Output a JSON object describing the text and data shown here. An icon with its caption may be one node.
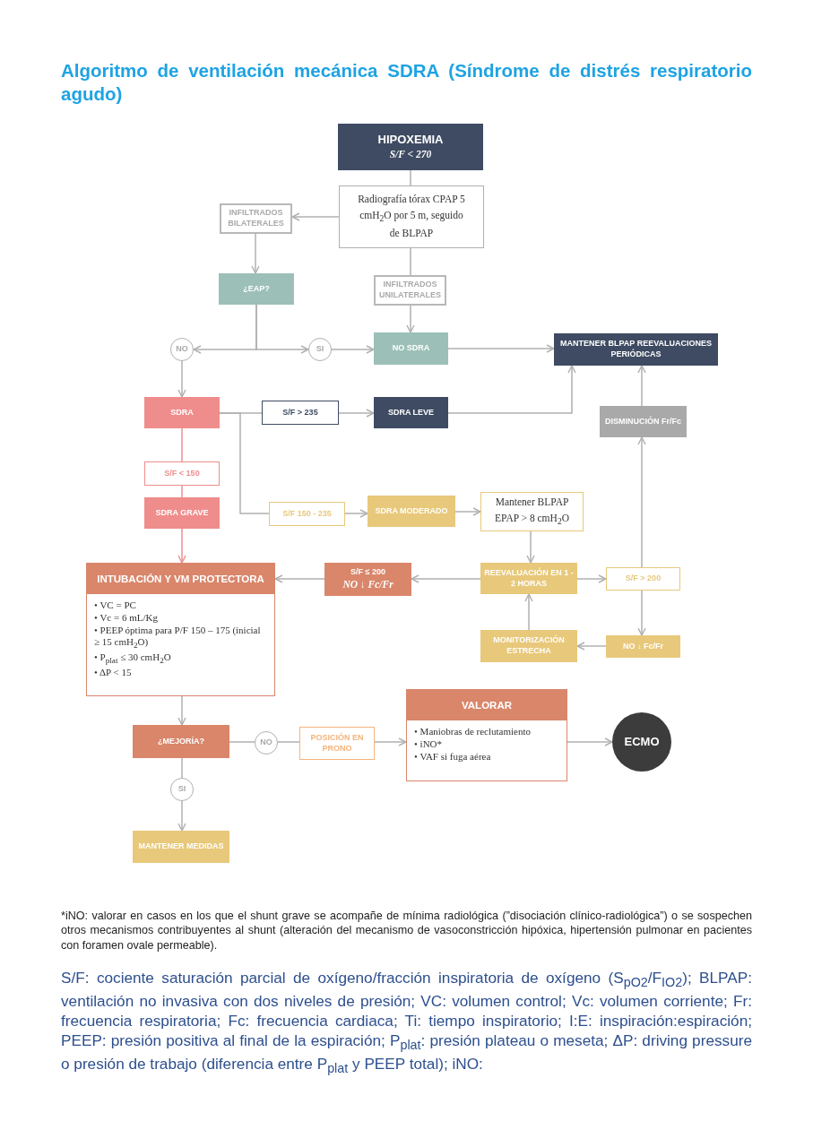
{
  "diagram": {
    "title": "Algoritmo de ventilación mecánica SDRA (Síndrome de distrés respiratorio agudo)",
    "nodes": [
      {
        "text": [
          "HIPOXEMIA",
          "S/F < 270"
        ]
      },
      {
        "text": [
          "Radiografía tórax CPAP 5 cmH$_{2}$O por 5 m, seguido de BLPAP"
        ]
      },
      {
        "text": [
          "INFILTRADOS BILATERALES"
        ]
      },
      {
        "text": [
          "¿EAP?"
        ]
      },
      {
        "text": [
          "INFILTRADOS UNILATERALES"
        ]
      },
      {
        "text": [
          "NO"
        ]
      },
      {
        "text": [
          "SI"
        ]
      },
      {
        "text": [
          "NO SDRA"
        ]
      },
      {
        "text": [
          "MANTENER BLPAP REEVALUACIONES PERIÓDICAS"
        ]
      },
      {
        "text": [
          "SDRA"
        ]
      },
      {
        "text": [
          "S/F > 235"
        ]
      },
      {
        "text": [
          "SDRA LEVE"
        ]
      },
      {
        "text": [
          "DISMINUCIÓN Fr/Fc"
        ]
      },
      {
        "text": [
          "S/F < 150"
        ]
      },
      {
        "text": [
          "SDRA GRAVE"
        ]
      },
      {
        "text": [
          "S/F 150 - 235"
        ]
      },
      {
        "text": [
          "SDRA MODERADO"
        ]
      },
      {
        "text": [
          "Mantener BLPAP EPAP > 8 cmH$_{2}$O"
        ]
      },
      {
        "text": [
          "INTUBACIÓN Y VM PROTECTORA",
          "• VC = PC",
          "• Vc = 6 mL/Kg",
          "• PEEP óptima para P/F 150 – 175 (inicial ≥ 15 cmH$_{2}$O)",
          "• P$_{plat}$ ≤ 30 cmH$_{2}$O",
          "• ΔP < 15"
        ]
      },
      {
        "text": [
          "S/F ≤ 200",
          "NO ↓ Fc/Fr"
        ]
      },
      {
        "text": [
          "REEVALUACIÓN EN 1 - 2 HORAS"
        ]
      },
      {
        "text": [
          "S/F > 200"
        ]
      },
      {
        "text": [
          "MONITORIZACIÓN ESTRECHA"
        ]
      },
      {
        "text": [
          "NO ↓ Fc/Fr"
        ]
      },
      {
        "text": [
          "¿MEJORÍA?"
        ]
      },
      {
        "text": [
          "NO"
        ]
      },
      {
        "text": [
          "POSICIÓN EN PRONO"
        ]
      },
      {
        "text": [
          "VALORAR",
          "• Maniobras de reclutamiento",
          "• iNO*",
          "• VAF si fuga aérea"
        ]
      },
      {
        "text": [
          "ECMO"
        ]
      },
      {
        "text": [
          "SI"
        ]
      },
      {
        "text": [
          "MANTENER MEDIDAS"
        ]
      }
    ],
    "edges": [
      {
        "from": 0,
        "to": 1,
        "arrow": "none"
      },
      {
        "from": 1,
        "to": 2,
        "arrow": "to"
      },
      {
        "from": 1,
        "to": 4,
        "arrow": "none"
      },
      {
        "from": 2,
        "to": 3,
        "arrow": "to"
      },
      {
        "from": 3,
        "to": 5,
        "arrow": "to"
      },
      {
        "from": 3,
        "to": 6,
        "arrow": "to"
      },
      {
        "from": 4,
        "to": 7,
        "arrow": "to"
      },
      {
        "from": 6,
        "to": 7,
        "arrow": "to"
      },
      {
        "from": 7,
        "to": 8,
        "arrow": "to"
      },
      {
        "from": 5,
        "to": 9,
        "arrow": "to"
      },
      {
        "from": 9,
        "to": 10,
        "arrow": "none"
      },
      {
        "from": 10,
        "to": 11,
        "arrow": "to"
      },
      {
        "from": 11,
        "to": 8,
        "arrow": "to"
      },
      {
        "from": 12,
        "to": 8,
        "arrow": "to"
      },
      {
        "from": 9,
        "to": 13,
        "arrow": "none",
        "color": "#ec8f8f"
      },
      {
        "from": 13,
        "to": 14,
        "arrow": "none",
        "color": "#ec8f8f"
      },
      {
        "from": 14,
        "to": 18,
        "arrow": "to",
        "color": "#ec8f8f"
      },
      {
        "from": 9,
        "to": 15,
        "arrow": "none"
      },
      {
        "from": 15,
        "to": 16,
        "arrow": "to"
      },
      {
        "from": 16,
        "to": 17,
        "arrow": "to"
      },
      {
        "from": 17,
        "to": 20,
        "arrow": "to"
      },
      {
        "from": 20,
        "to": 19,
        "arrow": "to"
      },
      {
        "from": 19,
        "to": 18,
        "arrow": "to"
      },
      {
        "from": 20,
        "to": 21,
        "arrow": "to"
      },
      {
        "from": 21,
        "to": 23,
        "arrow": "to"
      },
      {
        "from": 23,
        "to": 22,
        "arrow": "to"
      },
      {
        "from": 22,
        "to": 20,
        "arrow": "to"
      },
      {
        "from": 21,
        "to": 12,
        "arrow": "to"
      },
      {
        "from": 18,
        "to": 24,
        "arrow": "to"
      },
      {
        "from": 24,
        "to": 25,
        "arrow": "none"
      },
      {
        "from": 25,
        "to": 26,
        "arrow": "none"
      },
      {
        "from": 26,
        "to": 27,
        "arrow": "to"
      },
      {
        "from": 27,
        "to": 28,
        "arrow": "to"
      },
      {
        "from": 24,
        "to": 29,
        "arrow": "none"
      },
      {
        "from": 29,
        "to": 30,
        "arrow": "to"
      }
    ],
    "labels": [
      "*iNO: valorar en casos en los que el shunt grave se acompañe de mínima radiológica (”disociación clínico-radiológica”) o se sospechen otros mecanismos contribuyentes al shunt (alteración del mecanismo de vasoconstricción hipóxica, hipertensión pulmonar en pacientes con foramen ovale permeable).",
      "S/F: cociente saturación parcial de oxígeno/fracción inspiratoria de oxígeno (S$_{pO2}$/F$_{IO2}$); BLPAP: ventilación no invasiva con dos niveles de presión; VC: volumen control; Vc: volumen corriente; Fr: frecuencia respiratoria; Fc: frecuencia cardiaca; Ti: tiempo inspiratorio; I:E: inspiración:espiración; PEEP: presión positiva al final de la espiración; P$_{plat}$: presión plateau o meseta; ΔP: driving pressure o presión de trabajo (diferencia entre P$_{plat}$ y PEEP total); iNO:"
    ]
  }
}
